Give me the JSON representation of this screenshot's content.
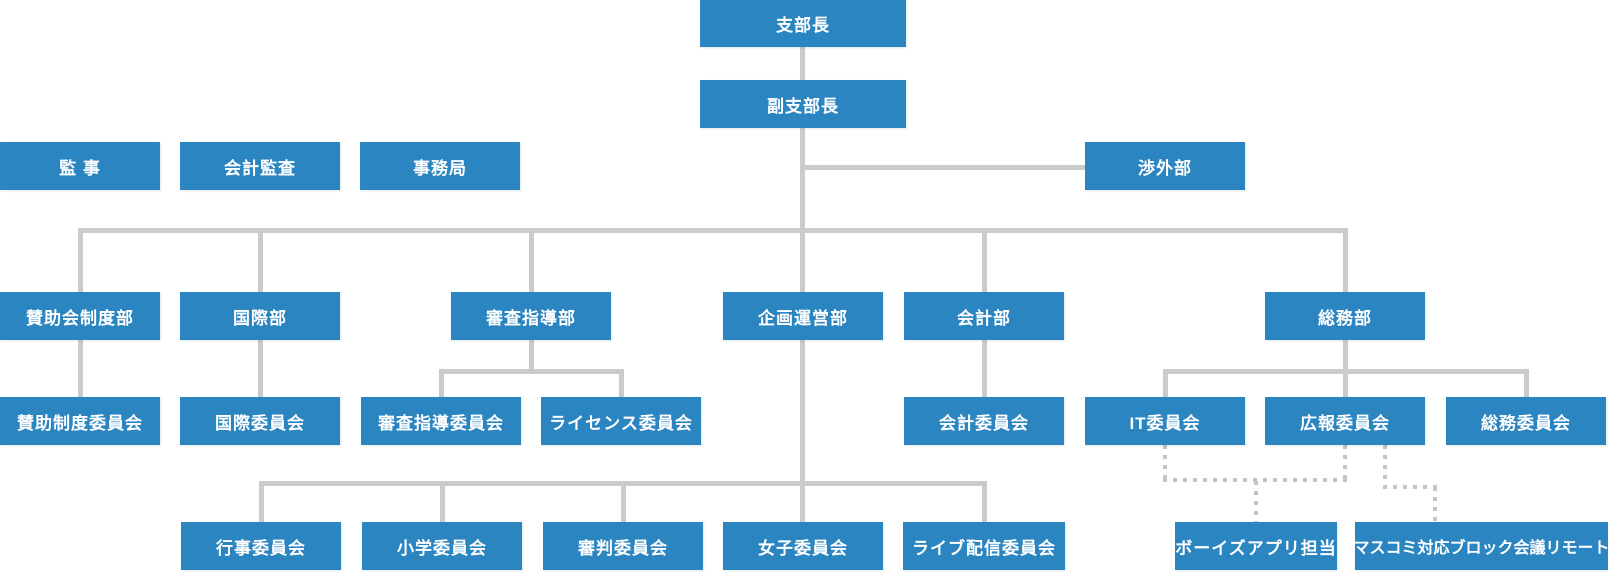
{
  "org_chart": {
    "root": {
      "label": "支部長"
    },
    "deputy": {
      "label": "副支部長"
    },
    "staff_offices": [
      {
        "label": "監 事"
      },
      {
        "label": "会計監査"
      },
      {
        "label": "事務局"
      }
    ],
    "liaison": {
      "label": "渉外部"
    },
    "departments": [
      {
        "label": "賛助会制度部"
      },
      {
        "label": "国際部"
      },
      {
        "label": "審査指導部"
      },
      {
        "label": "企画運営部"
      },
      {
        "label": "会計部"
      },
      {
        "label": "総務部"
      }
    ],
    "committees": [
      {
        "label": "賛助制度委員会"
      },
      {
        "label": "国際委員会"
      },
      {
        "label": "審査指導委員会"
      },
      {
        "label": "ライセンス委員会"
      },
      {
        "label": "会計委員会"
      },
      {
        "label": "IT委員会"
      },
      {
        "label": "広報委員会"
      },
      {
        "label": "総務委員会"
      }
    ],
    "planning_subcommittees": [
      {
        "label": "行事委員会"
      },
      {
        "label": "小学委員会"
      },
      {
        "label": "審判委員会"
      },
      {
        "label": "女子委員会"
      },
      {
        "label": "ライブ配信委員会"
      }
    ],
    "dotted_assignments": [
      {
        "label": "ボーイズアプリ担当"
      },
      {
        "label": "マスコミ対応ブロック会議リモート"
      }
    ],
    "colors": {
      "node_fill": "#2b85c1",
      "node_text": "#ffffff",
      "connector_solid": "#cbcbcb",
      "connector_dotted": "#c4c4c4",
      "background": "#ffffff"
    }
  }
}
